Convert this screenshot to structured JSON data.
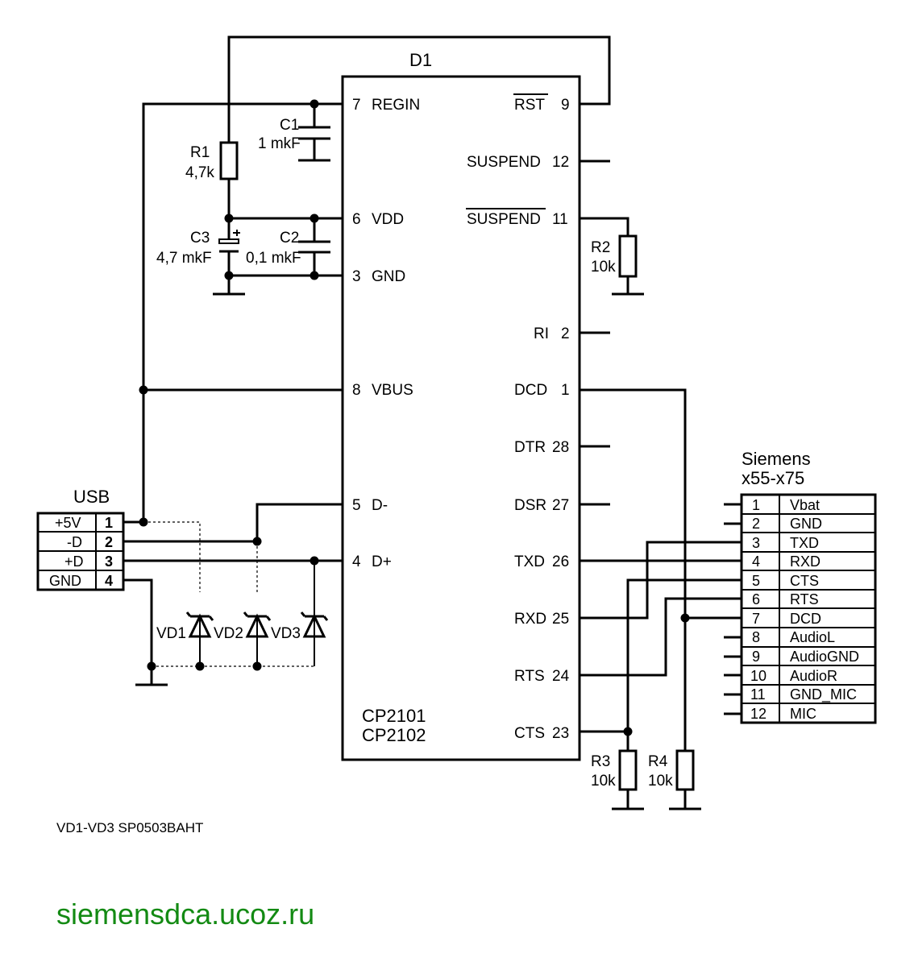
{
  "chip": {
    "designator": "D1",
    "part_line1": "CP2101",
    "part_line2": "CP2102",
    "pins_left": [
      {
        "num": "7",
        "name": "REGIN"
      },
      {
        "num": "6",
        "name": "VDD"
      },
      {
        "num": "3",
        "name": "GND"
      },
      {
        "num": "8",
        "name": "VBUS"
      },
      {
        "num": "5",
        "name": "D-"
      },
      {
        "num": "4",
        "name": "D+"
      }
    ],
    "pins_right": [
      {
        "name": "RST",
        "num": "9"
      },
      {
        "name": "SUSPEND",
        "num": "12"
      },
      {
        "name": "SUSPEND",
        "num": "11"
      },
      {
        "name": "RI",
        "num": "2"
      },
      {
        "name": "DCD",
        "num": "1"
      },
      {
        "name": "DTR",
        "num": "28"
      },
      {
        "name": "DSR",
        "num": "27"
      },
      {
        "name": "TXD",
        "num": "26"
      },
      {
        "name": "RXD",
        "num": "25"
      },
      {
        "name": "RTS",
        "num": "24"
      },
      {
        "name": "CTS",
        "num": "23"
      }
    ]
  },
  "components": {
    "c1": {
      "name": "C1",
      "value": "1 mkF"
    },
    "c2": {
      "name": "C2",
      "value": "0,1 mkF"
    },
    "c3": {
      "name": "C3",
      "value": "4,7 mkF"
    },
    "r1": {
      "name": "R1",
      "value": "4,7k"
    },
    "r2": {
      "name": "R2",
      "value": "10k"
    },
    "r3": {
      "name": "R3",
      "value": "10k"
    },
    "r4": {
      "name": "R4",
      "value": "10k"
    },
    "vd1": "VD1",
    "vd2": "VD2",
    "vd3": "VD3"
  },
  "usb": {
    "title": "USB",
    "rows": [
      {
        "signal": "+5V",
        "pin": "1"
      },
      {
        "signal": "-D",
        "pin": "2"
      },
      {
        "signal": "+D",
        "pin": "3"
      },
      {
        "signal": "GND",
        "pin": "4"
      }
    ]
  },
  "phone": {
    "title_line1": "Siemens",
    "title_line2": "x55-x75",
    "rows": [
      {
        "pin": "1",
        "signal": "Vbat"
      },
      {
        "pin": "2",
        "signal": "GND"
      },
      {
        "pin": "3",
        "signal": "TXD"
      },
      {
        "pin": "4",
        "signal": "RXD"
      },
      {
        "pin": "5",
        "signal": "CTS"
      },
      {
        "pin": "6",
        "signal": "RTS"
      },
      {
        "pin": "7",
        "signal": "DCD"
      },
      {
        "pin": "8",
        "signal": "AudioL"
      },
      {
        "pin": "9",
        "signal": "AudioGND"
      },
      {
        "pin": "10",
        "signal": "AudioR"
      },
      {
        "pin": "11",
        "signal": "GND_MIC"
      },
      {
        "pin": "12",
        "signal": "MIC"
      }
    ]
  },
  "note": "VD1-VD3 SP0503BAHT",
  "website": "siemensdca.ucoz.ru",
  "colors": {
    "wire": "#000000",
    "website": "#138a13"
  }
}
